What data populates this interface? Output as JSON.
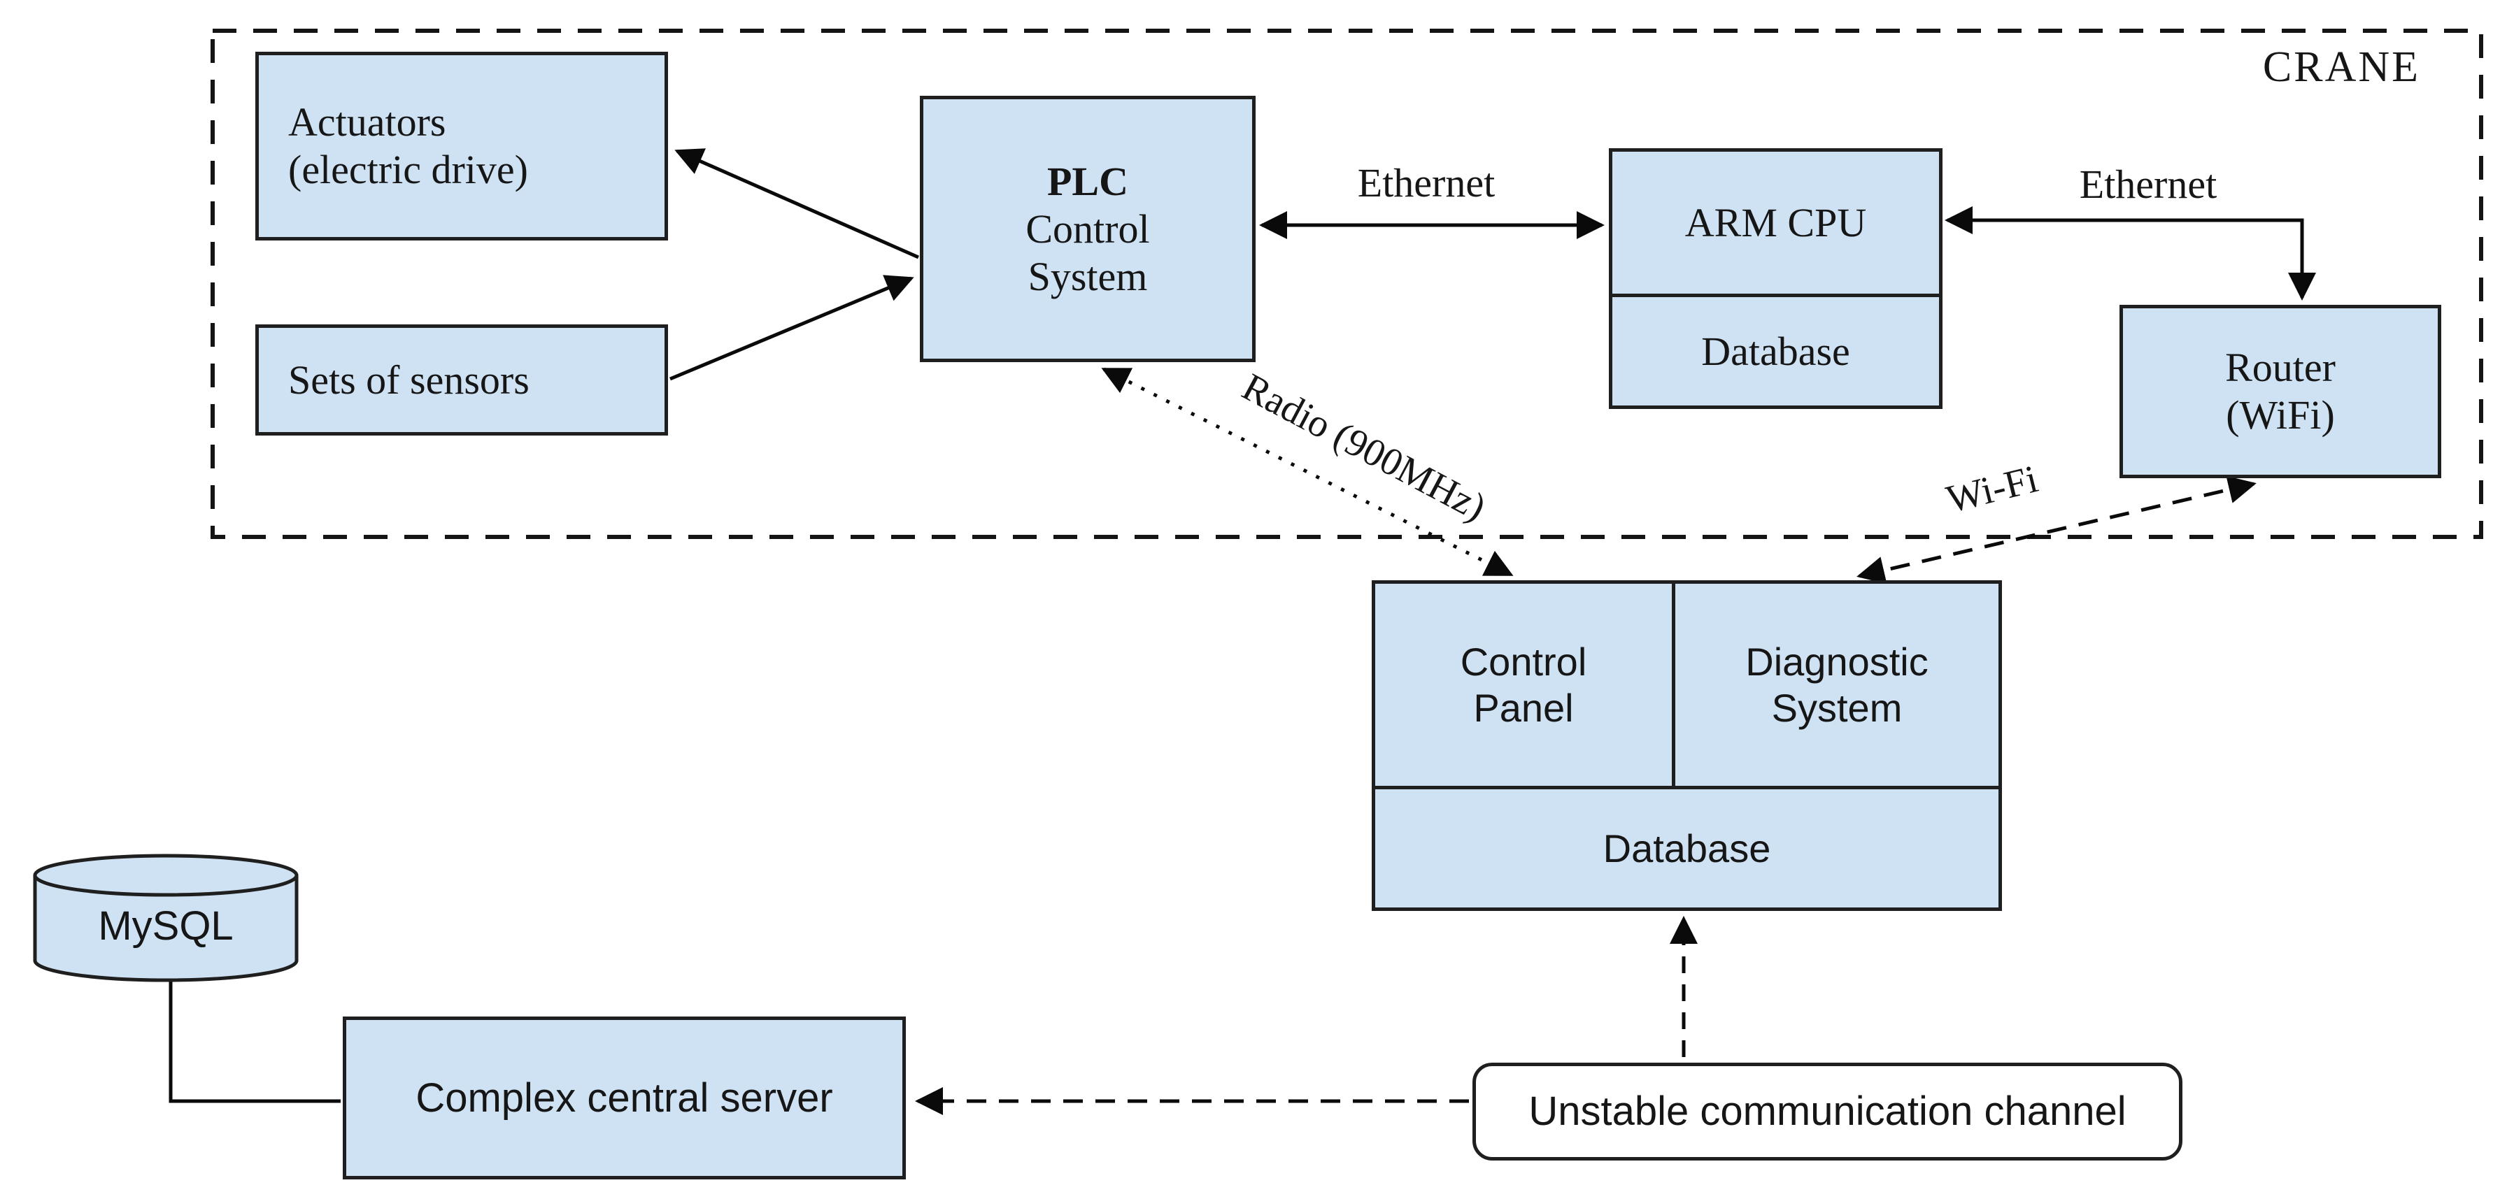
{
  "diagram": {
    "system_label": "CRANE",
    "nodes": {
      "actuators": {
        "lines": [
          "Actuators",
          "(electric drive)"
        ]
      },
      "sensors": {
        "label": "Sets of sensors"
      },
      "plc": {
        "title": "PLC",
        "lines": [
          "Control",
          "System"
        ]
      },
      "arm": {
        "cpu_label": "ARM CPU",
        "db_label": "Database"
      },
      "router": {
        "lines": [
          "Router",
          "(WiFi)"
        ]
      },
      "hmi": {
        "control_panel_lines": [
          "Control",
          "Panel"
        ],
        "diagnostic_lines": [
          "Diagnostic",
          "System"
        ],
        "db_label": "Database"
      },
      "mysql": {
        "label": "MySQL"
      },
      "server": {
        "label": "Complex central server"
      },
      "channel": {
        "label": "Unstable communication channel"
      }
    },
    "links": {
      "ethernet_left": "Ethernet",
      "ethernet_right": "Ethernet",
      "radio": "Radio (900MHz)",
      "wifi": "Wi-Fi"
    },
    "colors": {
      "node_fill": "#cfe2f3",
      "node_border": "#1f1f1f",
      "connector": "#0a0a0a",
      "channel_fill": "#ffffff",
      "background": "#ffffff",
      "text": "#161616"
    }
  }
}
